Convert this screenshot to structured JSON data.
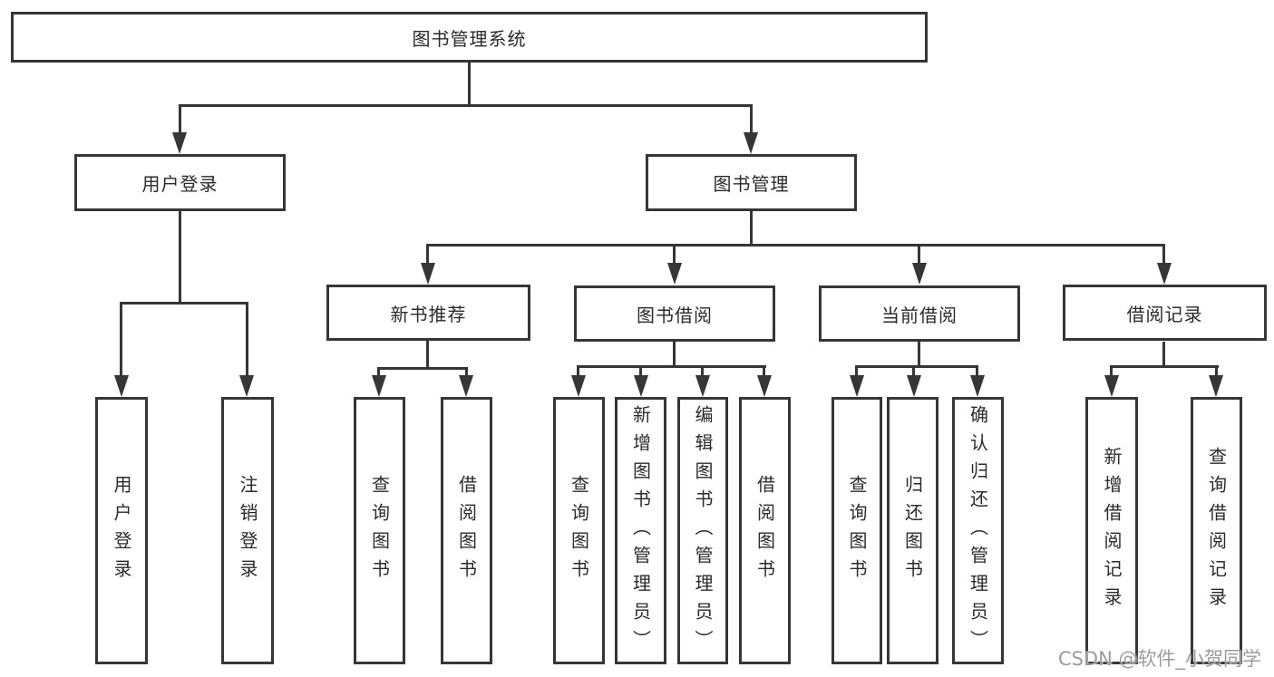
{
  "diagram": {
    "root": {
      "label": "图书管理系统"
    },
    "level2": [
      {
        "label": "用户登录"
      },
      {
        "label": "图书管理"
      }
    ],
    "level3": [
      {
        "label": "新书推荐"
      },
      {
        "label": "图书借阅"
      },
      {
        "label": "当前借阅"
      },
      {
        "label": "借阅记录"
      }
    ],
    "leaves": {
      "user_login": [
        {
          "label": "用户登录"
        },
        {
          "label": "注销登录"
        }
      ],
      "new_books": [
        {
          "label": "查询图书"
        },
        {
          "label": "借阅图书"
        }
      ],
      "book_borrow": [
        {
          "label": "查询图书"
        },
        {
          "label": "新增图书（管理员）"
        },
        {
          "label": "编辑图书（管理员）"
        },
        {
          "label": "借阅图书"
        }
      ],
      "current_borrow": [
        {
          "label": "查询图书"
        },
        {
          "label": "归还图书"
        },
        {
          "label": "确认归还（管理员）"
        }
      ],
      "borrow_records": [
        {
          "label": "新增借阅记录"
        },
        {
          "label": "查询借阅记录"
        }
      ]
    },
    "watermark": "CSDN @软件_小贺同学",
    "colors": {
      "line": "#363636",
      "text": "#2b2b2b",
      "background": "#ffffff",
      "watermark": "#9c9c9c"
    }
  }
}
